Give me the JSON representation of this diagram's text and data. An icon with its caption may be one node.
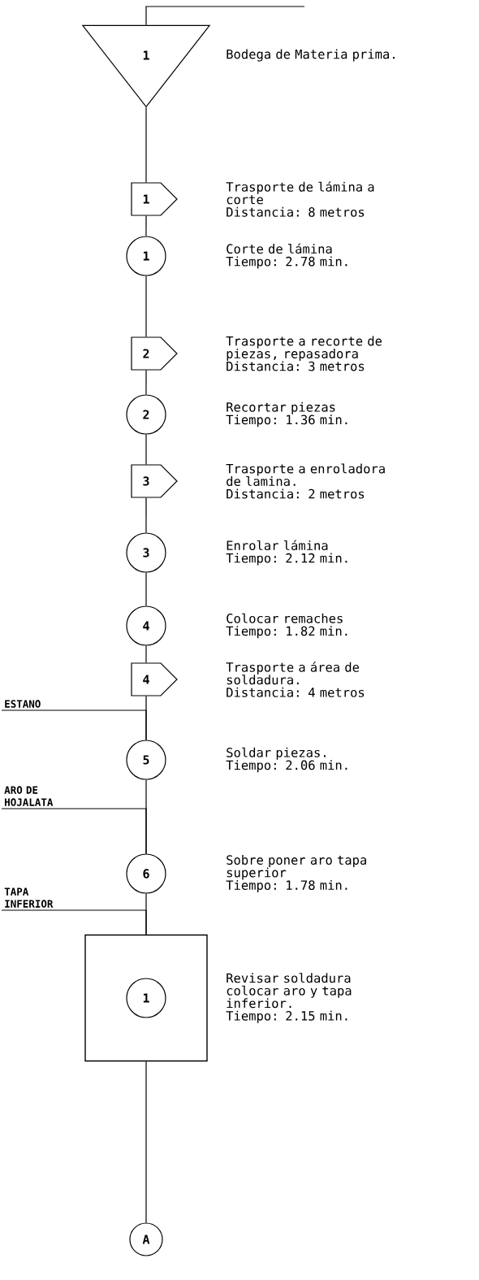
{
  "diagram": {
    "nodes": [
      {
        "text": [
          "1"
        ],
        "beside": [
          "Bodega de Materia prima."
        ]
      },
      {
        "text": [
          "1"
        ],
        "beside": [
          "Trasporte de lámina a corte",
          "Distancia: 8 metros"
        ]
      },
      {
        "text": [
          "1"
        ],
        "beside": [
          "Corte de lámina",
          "Tiempo: 2.78 min."
        ]
      },
      {
        "text": [
          "2"
        ],
        "beside": [
          "Trasporte a recorte de piezas, repasadora",
          "Distancia: 3 metros"
        ]
      },
      {
        "text": [
          "2"
        ],
        "beside": [
          "Recortar piezas",
          "Tiempo: 1.36 min."
        ]
      },
      {
        "text": [
          "3"
        ],
        "beside": [
          "Trasporte a enroladora de lamina.",
          "Distancia: 2 metros"
        ]
      },
      {
        "text": [
          "3"
        ],
        "beside": [
          "Enrolar lámina",
          "Tiempo: 2.12 min."
        ]
      },
      {
        "text": [
          "4"
        ],
        "beside": [
          "Colocar remaches",
          "Tiempo: 1.82 min."
        ]
      },
      {
        "text": [
          "4"
        ],
        "beside": [
          "Trasporte a área de soldadura.",
          "Distancia: 4 metros"
        ]
      },
      {
        "text": [
          "ESTANO"
        ]
      },
      {
        "text": [
          "5"
        ],
        "beside": [
          "Soldar piezas.",
          "Tiempo: 2.06 min."
        ]
      },
      {
        "text": [
          "ARO DE HOJALATA"
        ]
      },
      {
        "text": [
          "6"
        ],
        "beside": [
          "Sobre poner aro tapa superior",
          "Tiempo: 1.78 min."
        ]
      },
      {
        "text": [
          "TAPA INFERIOR"
        ]
      },
      {
        "text": [],
        "shape": "box",
        "beside": [
          "Revisar soldadura colocar aro y tapa inferior.",
          "Tiempo: 2.15 min."
        ]
      },
      {
        "text": [
          "1"
        ],
        "in": 14
      },
      {
        "text": [
          "A"
        ]
      }
    ],
    "edges": [
      {
        "from": null,
        "to": 0,
        "arrow": "none"
      },
      {
        "from": 0,
        "to": 1,
        "arrow": "none"
      },
      {
        "from": 1,
        "to": 2,
        "arrow": "none"
      },
      {
        "from": 2,
        "to": 3,
        "arrow": "none"
      },
      {
        "from": 3,
        "to": 4,
        "arrow": "none"
      },
      {
        "from": 4,
        "to": 5,
        "arrow": "none"
      },
      {
        "from": 5,
        "to": 6,
        "arrow": "none"
      },
      {
        "from": 6,
        "to": 7,
        "arrow": "none"
      },
      {
        "from": 7,
        "to": 8,
        "arrow": "none"
      },
      {
        "from": 8,
        "to": 10,
        "arrow": "none"
      },
      {
        "from": 9,
        "to": 10,
        "arrow": "none"
      },
      {
        "from": 10,
        "to": 12,
        "arrow": "none"
      },
      {
        "from": 11,
        "to": 12,
        "arrow": "none"
      },
      {
        "from": 12,
        "to": 14,
        "arrow": "none"
      },
      {
        "from": 13,
        "to": 14,
        "arrow": "none"
      },
      {
        "from": 14,
        "to": 16,
        "arrow": "none"
      }
    ]
  }
}
